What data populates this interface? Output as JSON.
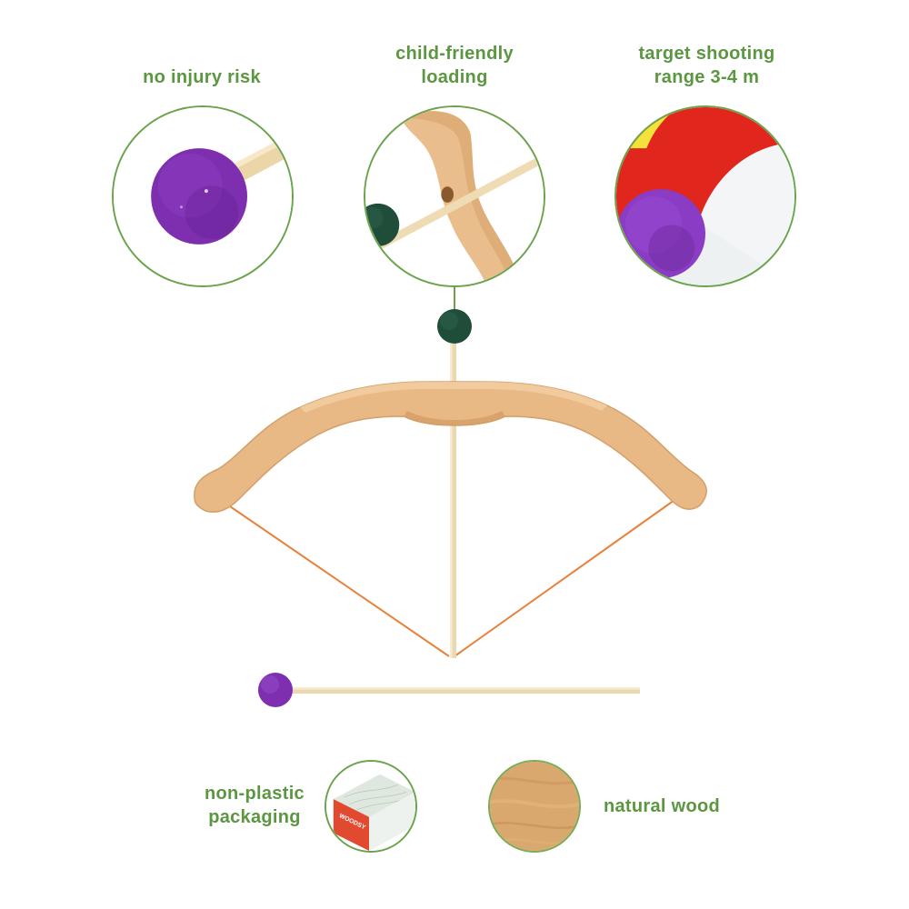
{
  "features": {
    "no_injury": "no injury risk",
    "loading_line1": "child-friendly",
    "loading_line2": "loading",
    "range_line1": "target shooting",
    "range_line2": "range 3-4 m",
    "packaging_line1": "non-plastic",
    "packaging_line2": "packaging",
    "wood": "natural wood"
  },
  "brand": {
    "box_logo": "WOODSY"
  },
  "colors": {
    "label_green": "#5b9640",
    "circle_border": "#6aa34c",
    "wood": "#e8b885",
    "felt_purple": "#7d2fb0",
    "felt_green": "#1f4d3a",
    "string_orange": "#e8813a",
    "target_red": "#e0261d",
    "target_yellow": "#f2e23a"
  }
}
